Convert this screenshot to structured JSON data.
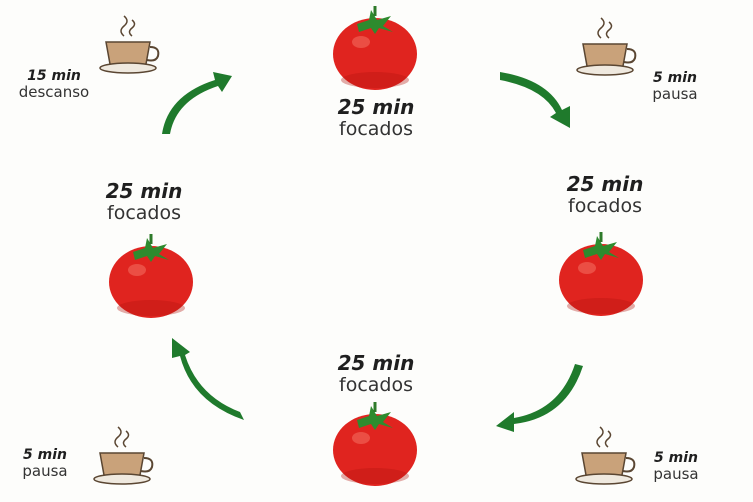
{
  "steps": {
    "focus_top": {
      "duration": "25 min",
      "activity": "focados"
    },
    "pause_top_right": {
      "duration": "5 min",
      "activity": "pausa"
    },
    "focus_right": {
      "duration": "25 min",
      "activity": "focados"
    },
    "pause_bottom_right": {
      "duration": "5 min",
      "activity": "pausa"
    },
    "focus_bottom": {
      "duration": "25 min",
      "activity": "focados"
    },
    "pause_bottom_left": {
      "duration": "5 min",
      "activity": "pausa"
    },
    "focus_left": {
      "duration": "25 min",
      "activity": "focados"
    },
    "long_break": {
      "duration": "15 min",
      "activity": "descanso"
    }
  },
  "colors": {
    "tomato": "#e0241f",
    "tomato_shadow": "#b3140f",
    "leaf": "#2e8b2e",
    "arrow": "#1f7a2c",
    "cup": "#c9a27a",
    "cup_outline": "#5a4632"
  },
  "icons": {
    "focus": "tomato-icon",
    "pause": "coffee-cup-icon",
    "flow": "curved-arrow-icon"
  }
}
